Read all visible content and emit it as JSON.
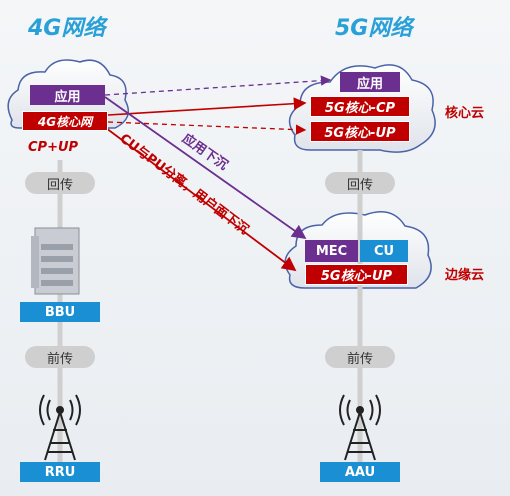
{
  "left_title": "4G网络",
  "right_title": "5G网络",
  "left_cloud": {
    "app": "应用",
    "core": "4G核心网",
    "sub": "CP+UP"
  },
  "core_cloud": {
    "app": "应用",
    "cp": "5G核心-CP",
    "up": "5G核心-UP",
    "label": "核心云"
  },
  "edge_cloud": {
    "mec": "MEC",
    "cu": "CU",
    "up": "5G核心-UP",
    "label": "边缘云"
  },
  "left_chain": {
    "backhaul": "回传",
    "bbu": "BBU",
    "fronthaul": "前传",
    "rru": "RRU"
  },
  "right_chain": {
    "backhaul": "回传",
    "fronthaul": "前传",
    "aau": "AAU"
  },
  "arrows": {
    "app_sink": "应用下沉",
    "cu_split": "CU与PU分离，用户面下沉"
  },
  "colors": {
    "purple": "#6b2f8f",
    "red": "#c00000",
    "blue": "#1a8fd4",
    "title": "#2aa0d8"
  }
}
